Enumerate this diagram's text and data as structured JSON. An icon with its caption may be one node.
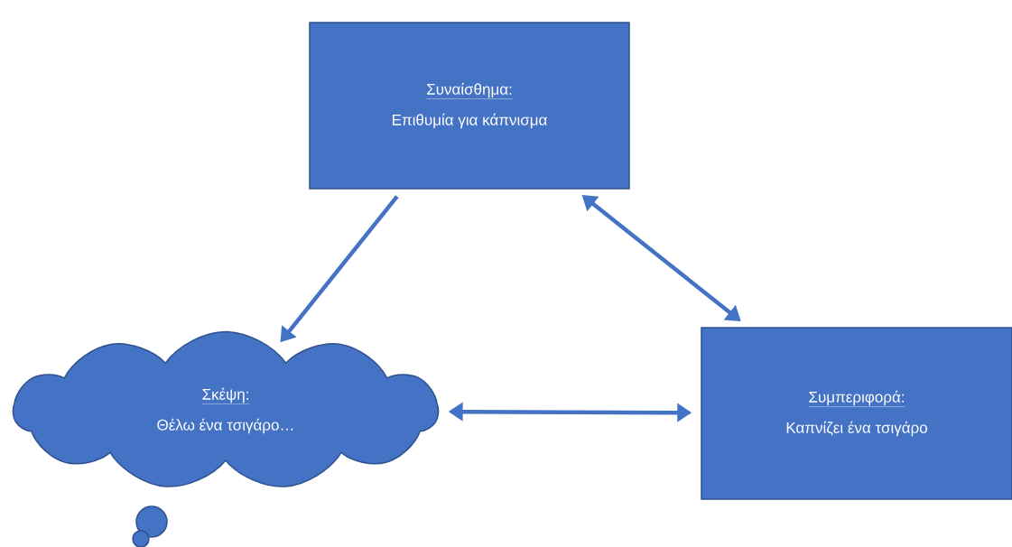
{
  "diagram": {
    "nodes": [
      {
        "text": [
          "Συναίσθημα:",
          "Επιθυμία για κάπνισμα"
        ]
      },
      {
        "text": [
          "Σκέψη:",
          "Θέλω ένα τσιγάρο…"
        ]
      },
      {
        "text": [
          "Συμπεριφορά:",
          "Καπνίζει ένα τσιγάρο"
        ]
      }
    ],
    "edges": [
      {
        "from": 0,
        "to": 1,
        "arrow": "to"
      },
      {
        "from": 0,
        "to": 2,
        "arrow": "both"
      },
      {
        "from": 1,
        "to": 2,
        "arrow": "both"
      }
    ]
  }
}
